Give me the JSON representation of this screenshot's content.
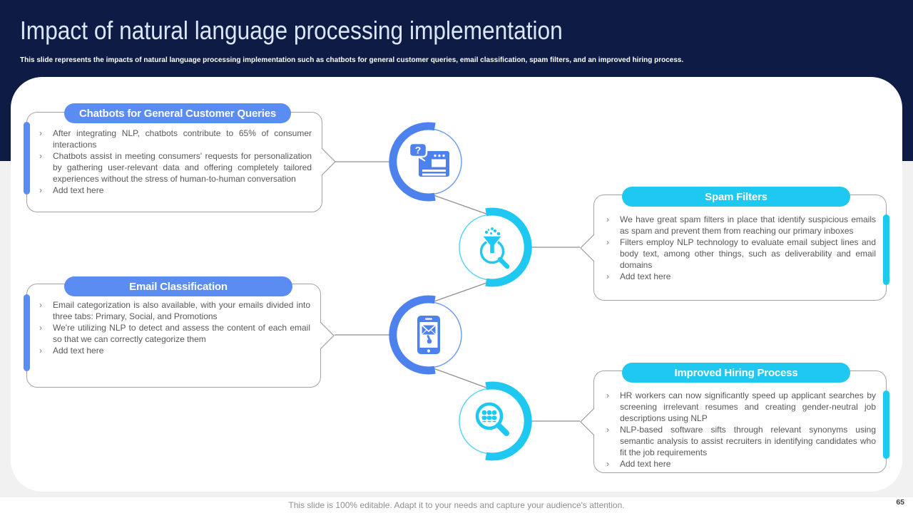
{
  "ui": {
    "bullet_marker": "›"
  },
  "slide": {
    "title": "Impact of natural language processing implementation",
    "subtitle": "This slide represents the impacts of natural language processing implementation such as chatbots for general customer queries, email classification, spam filters, and an improved hiring process.",
    "footer_note": "This slide is 100% editable. Adapt it to your needs and capture your audience's attention.",
    "page_number": "65"
  },
  "colors": {
    "navy_header": "#0e1b45",
    "blue_accent": "#4d82ee",
    "blue_pill": "#5b8cf1",
    "cyan_accent": "#1ec8f0",
    "body_text": "#595959",
    "connector_line": "#8f8f8f",
    "page_margin_gray": "#f1f1f2"
  },
  "boxes": [
    {
      "title": "Chatbots for General Customer Queries",
      "accent": "blue",
      "bullets": [
        "After integrating NLP, chatbots contribute to 65% of consumer interactions",
        "Chatbots assist in meeting consumers' requests for personalization by gathering user-relevant data and offering completely tailored experiences without the stress of human-to-human conversation",
        "Add text here"
      ]
    },
    {
      "title": "Spam Filters",
      "accent": "cyan",
      "bullets": [
        "We have great spam filters in place that identify suspicious emails as spam and prevent them from reaching our primary inboxes",
        "Filters employ NLP technology to evaluate email subject lines and body text, among other things, such as deliverability and email domains",
        "Add text here"
      ]
    },
    {
      "title": "Email Classification",
      "accent": "blue",
      "bullets": [
        "Email categorization is also available, with your emails divided into three tabs: Primary, Social, and Promotions",
        "We're utilizing NLP to detect and assess the content of each email so that we can correctly categorize them",
        "Add text here"
      ]
    },
    {
      "title": "Improved Hiring Process",
      "accent": "cyan",
      "bullets": [
        "HR workers can now significantly speed up applicant searches by screening irrelevant resumes and creating gender-neutral job descriptions using NLP",
        "NLP-based software sifts through relevant synonyms using semantic analysis to assist recruiters in identifying candidates who fit the job requirements",
        "Add text here"
      ]
    }
  ],
  "icons": [
    {
      "name": "chatbot-question-browser-icon",
      "color": "blue",
      "glyph": "?"
    },
    {
      "name": "spam-filter-funnel-search-icon",
      "color": "cyan"
    },
    {
      "name": "email-phone-icon",
      "color": "blue"
    },
    {
      "name": "hiring-people-search-icon",
      "color": "cyan"
    }
  ]
}
